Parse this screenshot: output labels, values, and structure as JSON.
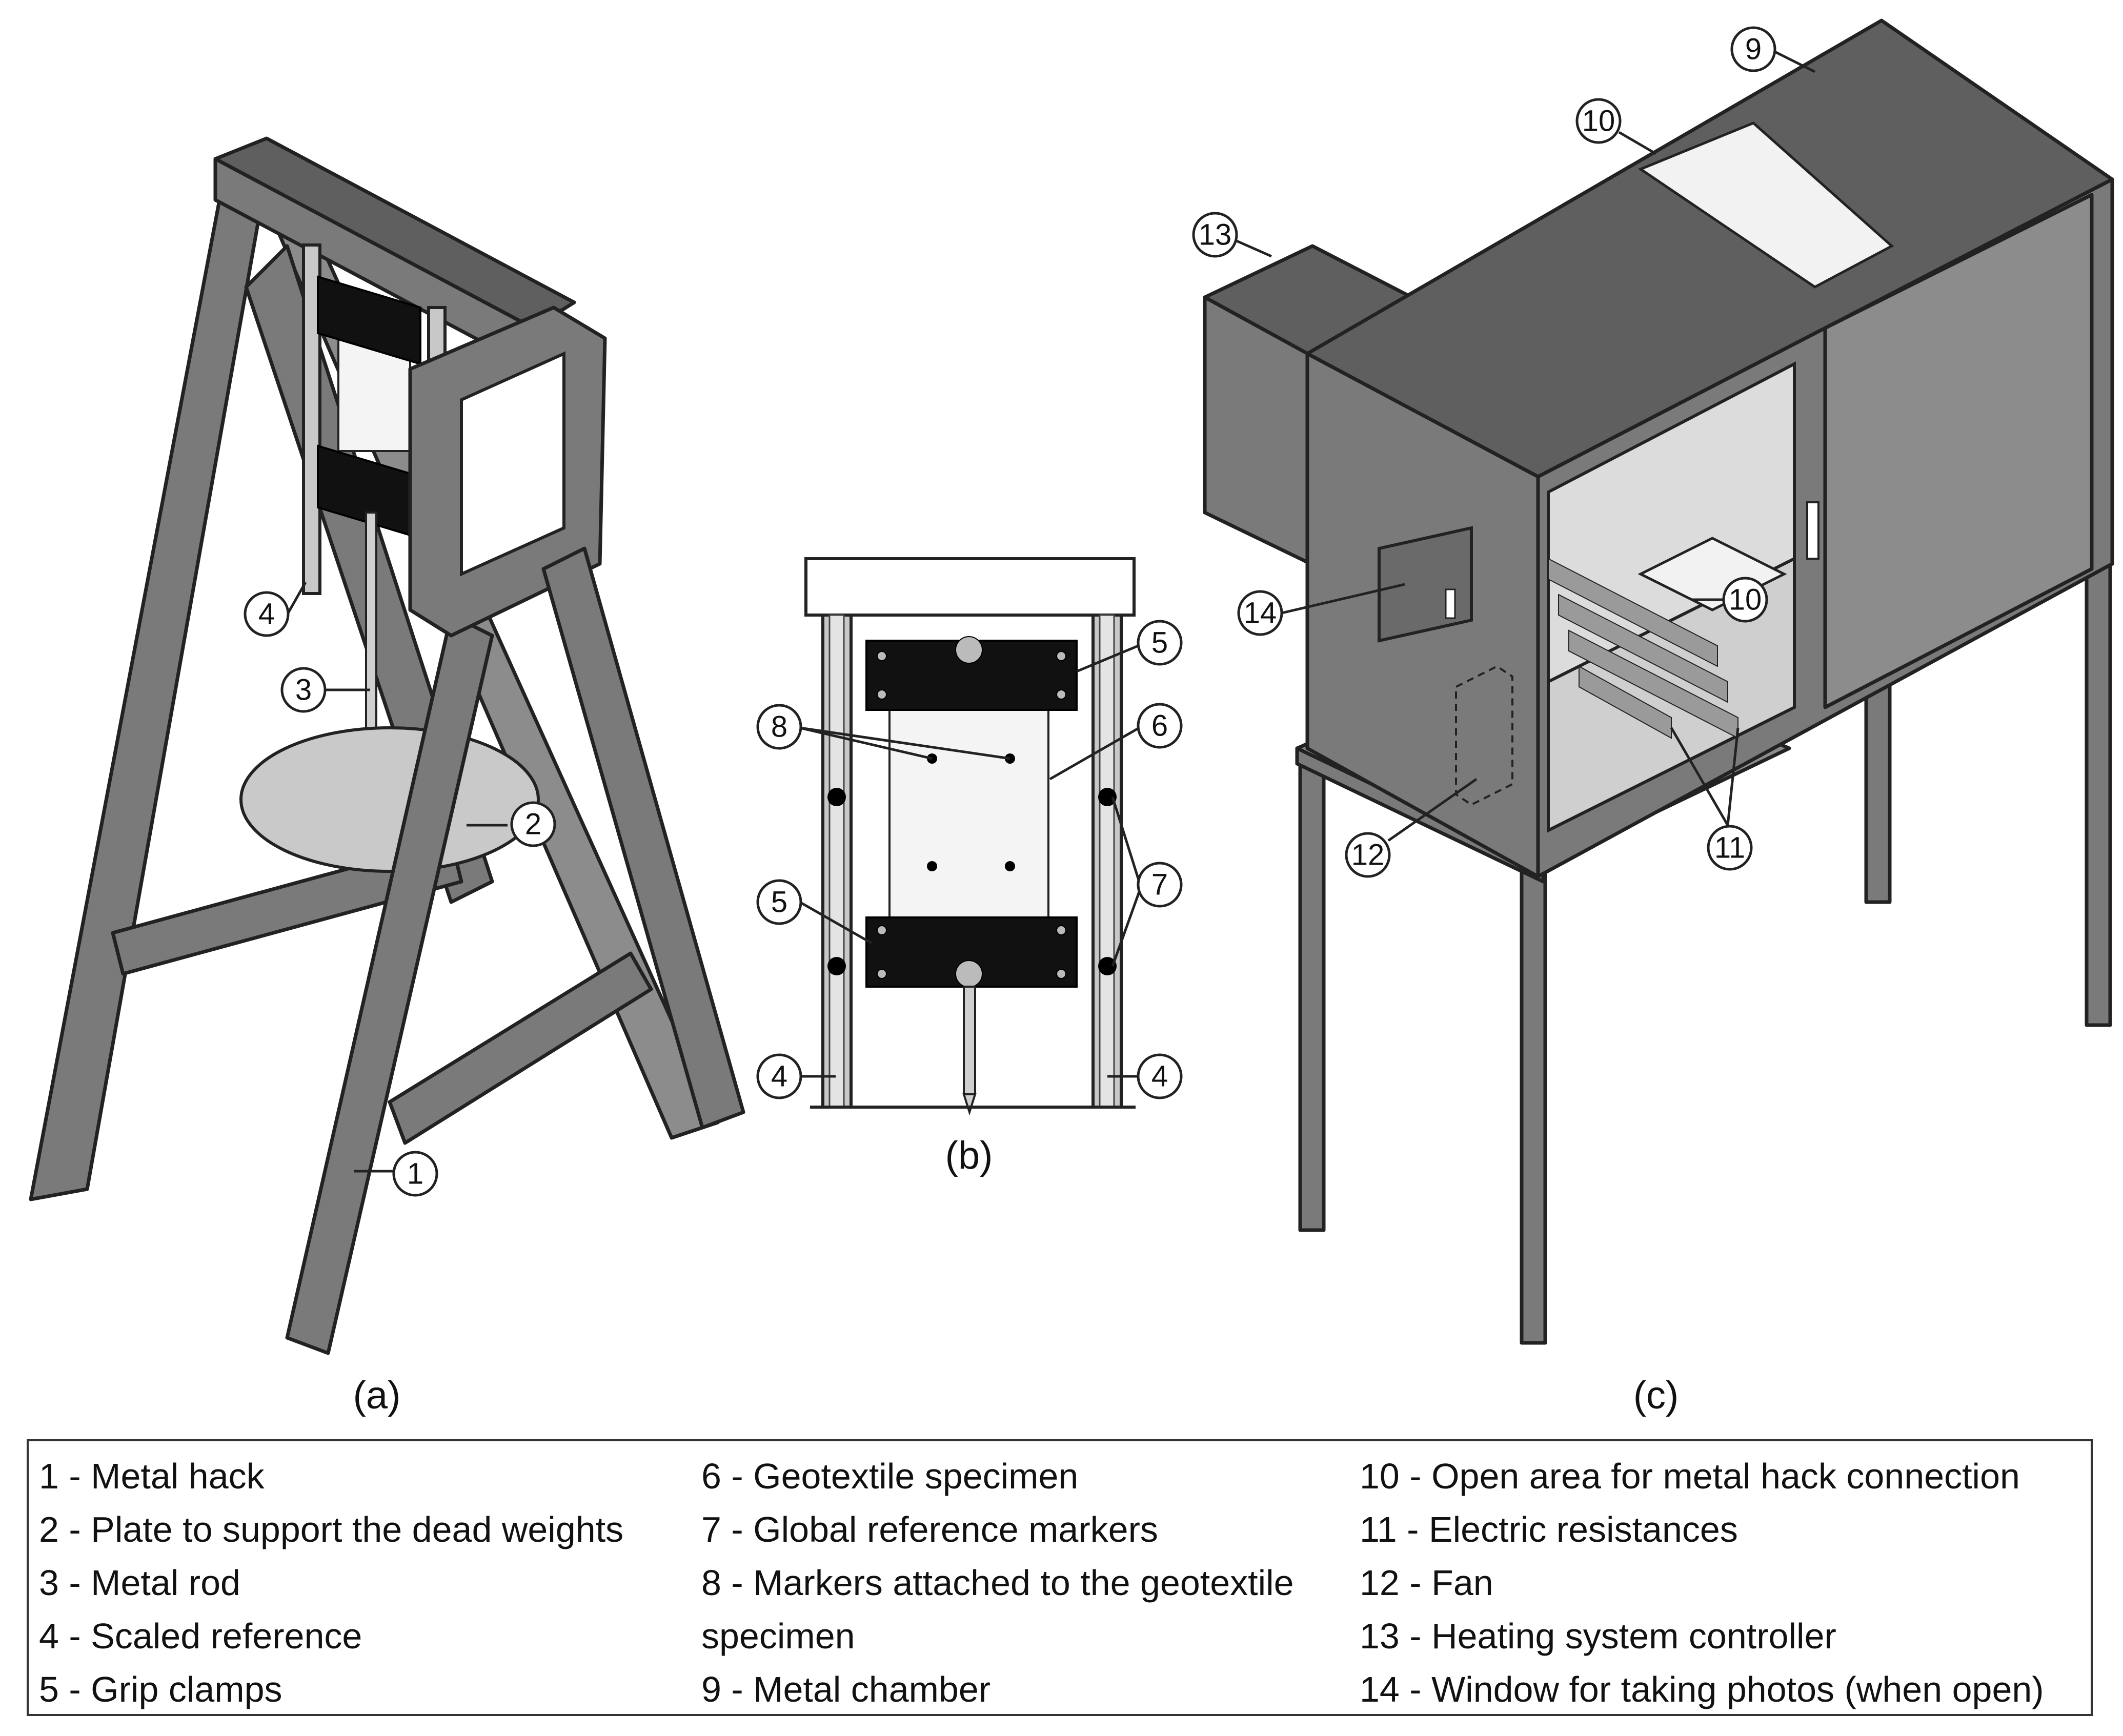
{
  "panels": {
    "a": {
      "label": "(a)"
    },
    "b": {
      "label": "(b)"
    },
    "c": {
      "label": "(c)"
    }
  },
  "callouts": {
    "a": [
      "1",
      "2",
      "3",
      "4"
    ],
    "b": [
      "4",
      "4",
      "5",
      "5",
      "6",
      "7",
      "8"
    ],
    "c": [
      "9",
      "10",
      "10",
      "11",
      "12",
      "13",
      "14"
    ]
  },
  "legend": {
    "col1": [
      "1 - Metal hack",
      "2 - Plate to support the dead weights",
      "3 - Metal rod",
      "4 - Scaled reference",
      "5 - Grip clamps"
    ],
    "col2": [
      "6 - Geotextile specimen",
      "7 - Global reference markers",
      "8 - Markers attached to the geotextile",
      "specimen",
      "9 - Metal chamber"
    ],
    "col3": [
      "10 - Open area for metal hack connection",
      "11 - Electric resistances",
      "12 - Fan",
      "13 - Heating system controller",
      "14 - Window for taking photos (when open)"
    ]
  },
  "colors": {
    "frame": "#7a7a7a",
    "clamp": "#111111",
    "plate": "#c9c9c9"
  }
}
